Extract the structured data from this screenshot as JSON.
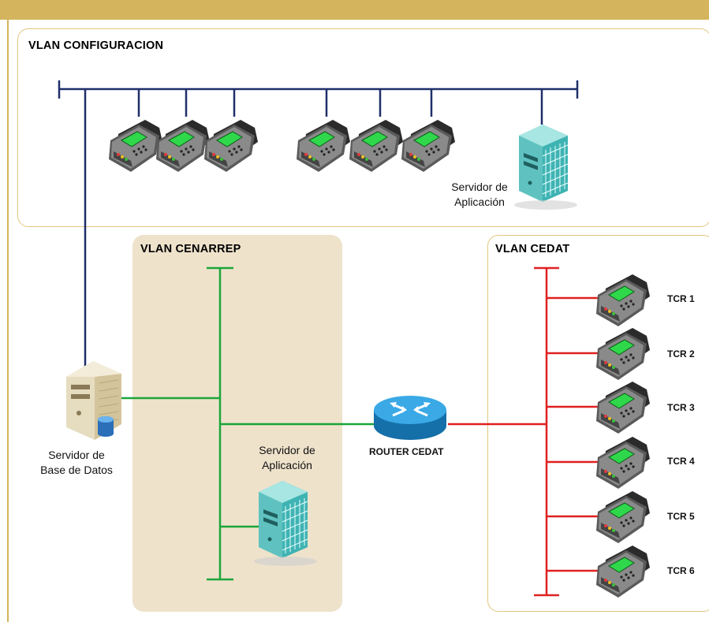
{
  "vlans": {
    "configuracion": {
      "title": "VLAN CONFIGURACION"
    },
    "cenarrep": {
      "title": "VLAN CENARREP"
    },
    "cedat": {
      "title": "VLAN CEDAT"
    }
  },
  "servers": {
    "app_config_label": "Servidor de\nAplicación",
    "app_cenarrep_label": "Servidor de\nAplicación",
    "db_label": "Servidor de\nBase de Datos"
  },
  "router": {
    "label": "ROUTER CEDAT"
  },
  "terminals": {
    "cedat": [
      "TCR 1",
      "TCR 2",
      "TCR 3",
      "TCR 4",
      "TCR 5",
      "TCR 6"
    ]
  },
  "colors": {
    "header_bar": "#d4b45c",
    "config_line": "#1f2f6a",
    "cenarrep_line": "#1aa63a",
    "cedat_line": "#e02020",
    "cenarrep_bg": "#eee2cb",
    "router": "#1e8fd0"
  }
}
